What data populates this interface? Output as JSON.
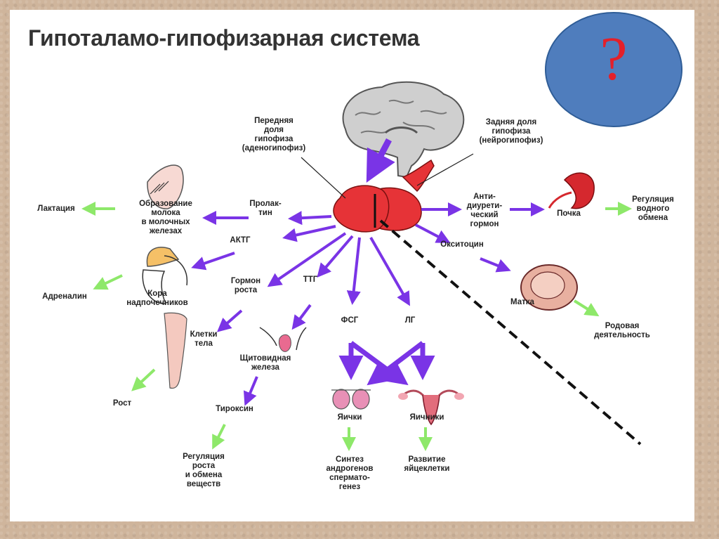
{
  "title": "Гипоталамо-гипофизарная система",
  "question_mark": "?",
  "labels": {
    "anterior": "Передняя\nдоля\nгипофиза\n(аденогипофиз)",
    "posterior": "Задняя доля\nгипофиза\n(нейрогипофиз)",
    "prolactin": "Пролак-\nтин",
    "milk": "Образование\nмолока\nв молочных\nжелезах",
    "lactation": "Лактация",
    "actg": "АКТГ",
    "adrenal_cortex": "Кора\nнадпочечников",
    "adrenalin": "Адреналин",
    "growth_hormone": "Гормон\nроста",
    "body_cells": "Клетки\nтела",
    "growth": "Рост",
    "ttg": "ТТГ",
    "thyroid": "Щитовидная\nжелеза",
    "thyroxine": "Тироксин",
    "regulation_growth": "Регуляция\nроста\nи обмена\nвеществ",
    "fsg": "ФСГ",
    "lg": "ЛГ",
    "testes": "Яички",
    "ovaries": "Яичники",
    "androgen": "Синтез\nандрогенов\nспермато-\nгенез",
    "egg": "Развитие\nяйцеклетки",
    "adh": "Анти-\nдиурети-\nческий\nгормон",
    "kidney": "Почка",
    "water_regulation": "Регуляция\nводного\nобмена",
    "oxytocin": "Окситоцин",
    "uterus": "Матка",
    "labor": "Родовая\nдеятельность"
  },
  "colors": {
    "hormone_arrow": "#7a34e6",
    "effect_arrow": "#8ee86a",
    "gland": "#e63337",
    "question_circle": "#4f7dbd",
    "question_mark": "#e3202a"
  }
}
